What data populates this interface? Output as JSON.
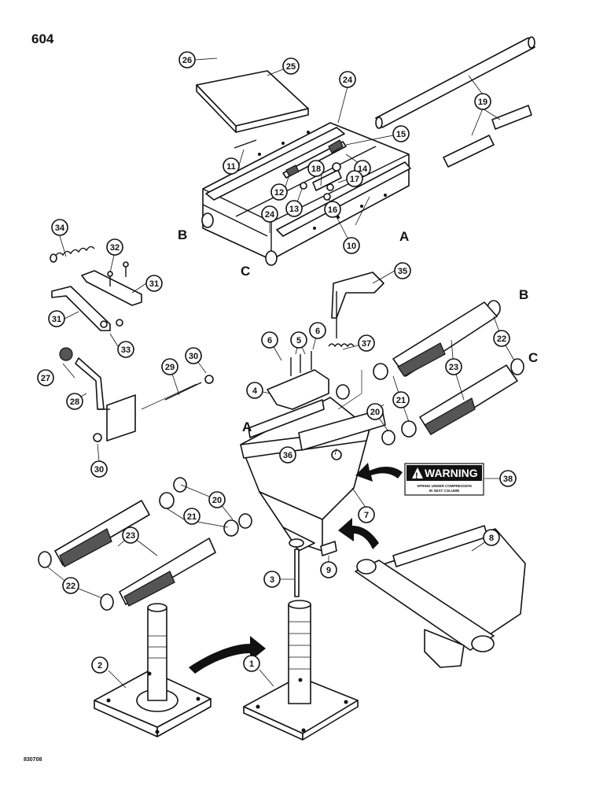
{
  "page_number": "604",
  "footer_code": "830708",
  "warning_label": {
    "title": "WARNING",
    "subtitle_line1": "SPRING UNDER COMPRESSION",
    "subtitle_line2": "IN SEAT COLUMN"
  },
  "reference_letters": [
    "A",
    "B",
    "C"
  ],
  "callouts": [
    "1",
    "2",
    "3",
    "4",
    "5",
    "6",
    "7",
    "8",
    "9",
    "10",
    "11",
    "12",
    "13",
    "14",
    "15",
    "16",
    "17",
    "18",
    "19",
    "20",
    "21",
    "22",
    "23",
    "24",
    "25",
    "26",
    "27",
    "28",
    "29",
    "30",
    "31",
    "32",
    "33",
    "34",
    "35",
    "36",
    "37",
    "38"
  ]
}
